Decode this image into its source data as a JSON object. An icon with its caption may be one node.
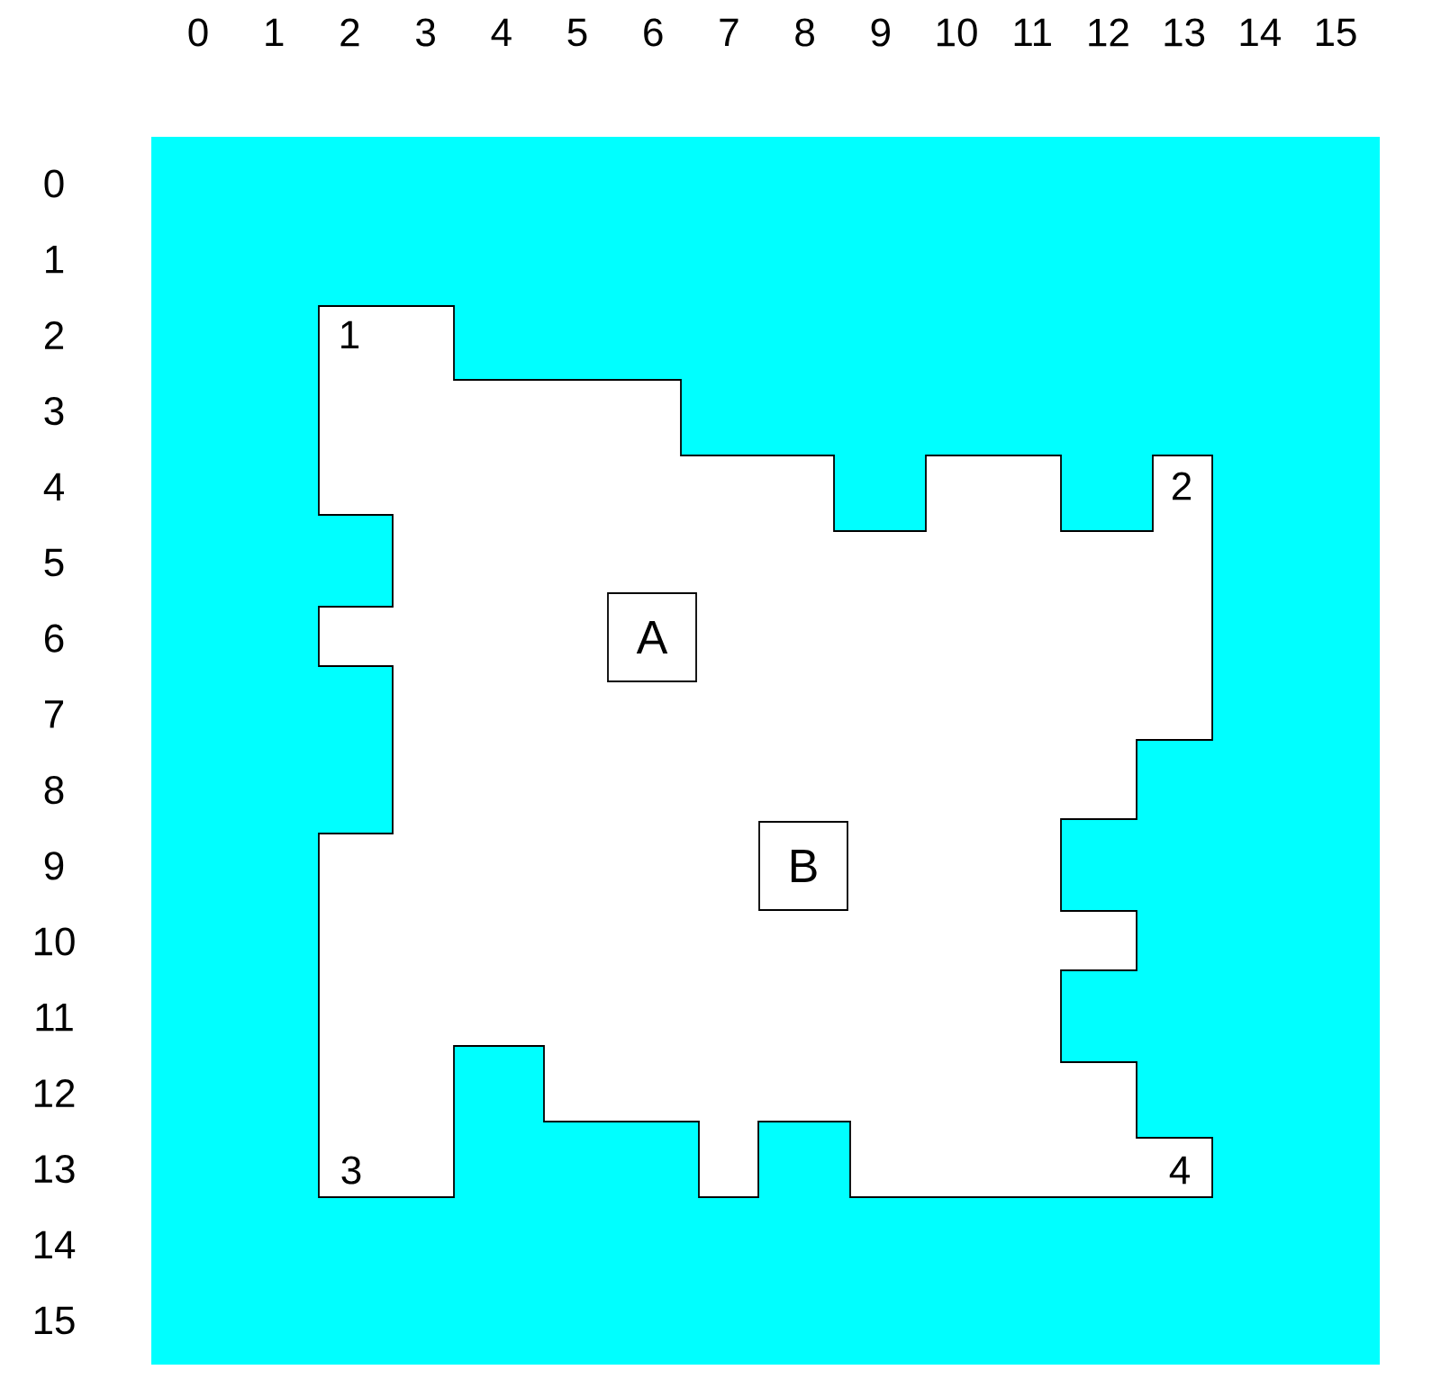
{
  "diagram": {
    "nodes": [
      {
        "text": [
          "1",
          "2",
          "3",
          "4"
        ]
      },
      {
        "text": [
          "A"
        ],
        "in": 0
      },
      {
        "text": [
          "B"
        ],
        "in": 0
      }
    ],
    "labels": [
      "0",
      "1",
      "2",
      "3",
      "4",
      "5",
      "6",
      "7",
      "8",
      "9",
      "10",
      "11",
      "12",
      "13",
      "14",
      "15",
      "0",
      "1",
      "2",
      "3",
      "4",
      "5",
      "6",
      "7",
      "8",
      "9",
      "10",
      "11",
      "12",
      "13",
      "14",
      "15"
    ]
  }
}
